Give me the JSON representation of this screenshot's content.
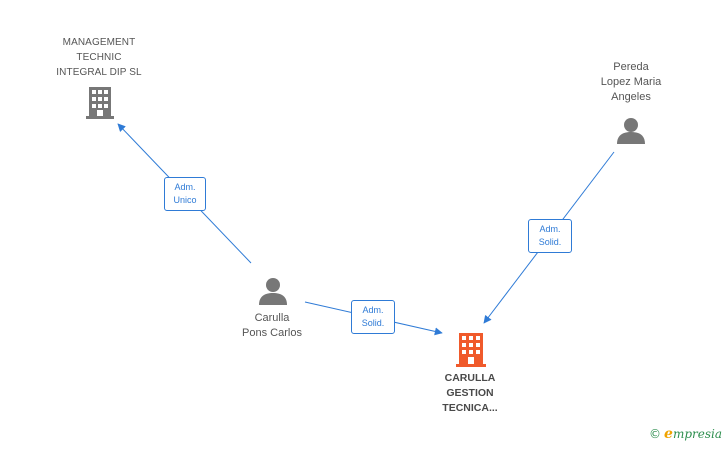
{
  "colors": {
    "edge": "#2f7bd6",
    "company_icon": "#777777",
    "main_company_icon": "#f05a2b",
    "person_icon": "#777777",
    "text": "#555555",
    "brand_green": "#2e8f4f",
    "brand_orange": "#f0a300"
  },
  "nodes": {
    "management_technic": {
      "icon": "building-icon",
      "label_lines": [
        "MANAGEMENT",
        "TECHNIC",
        "INTEGRAL DIP SL"
      ]
    },
    "pereda_lopez": {
      "icon": "person-icon",
      "label_lines": [
        "Pereda",
        "Lopez Maria",
        "Angeles"
      ]
    },
    "carulla_pons": {
      "icon": "person-icon",
      "label_lines": [
        "Carulla",
        "Pons Carlos"
      ]
    },
    "carulla_gestion": {
      "icon": "building-icon",
      "label_lines": [
        "CARULLA",
        "GESTION",
        "TECNICA..."
      ]
    }
  },
  "edges": [
    {
      "from": "carulla_pons",
      "to": "management_technic",
      "label_lines": [
        "Adm.",
        "Unico"
      ]
    },
    {
      "from": "carulla_pons",
      "to": "carulla_gestion",
      "label_lines": [
        "Adm.",
        "Solid."
      ]
    },
    {
      "from": "pereda_lopez",
      "to": "carulla_gestion",
      "label_lines": [
        "Adm.",
        "Solid."
      ]
    }
  ],
  "brand": {
    "copyright_symbol": "©",
    "initial": "e",
    "name_rest": "mpresia"
  }
}
